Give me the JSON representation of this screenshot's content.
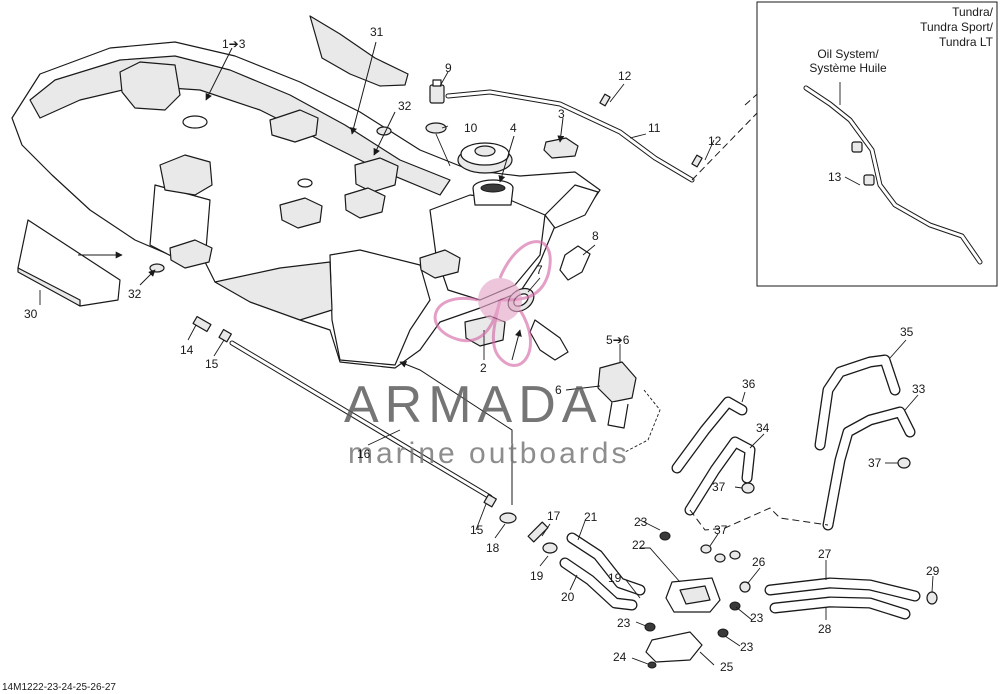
{
  "document_ref": "14M1222-23-24-25-26-27",
  "inset": {
    "model_title_lines": [
      "Tundra/",
      "Tundra Sport/",
      "Tundra LT"
    ],
    "oil_system_lines": [
      "Oil System/",
      "Système Huile"
    ]
  },
  "watermark": {
    "brand": "ARMADA",
    "tagline": "marine outboards"
  },
  "callouts": {
    "c1_3": "1➔3",
    "c2": "2",
    "c3": "3",
    "c4": "4",
    "c5_6": "5➔6",
    "c6": "6",
    "c7": "7",
    "c8": "8",
    "c9": "9",
    "c10": "10",
    "c11": "11",
    "c12a": "12",
    "c12b": "12",
    "c13": "13",
    "c14": "14",
    "c15a": "15",
    "c15b": "15",
    "c16": "16",
    "c17": "17",
    "c18": "18",
    "c19a": "19",
    "c19b": "19",
    "c20": "20",
    "c21": "21",
    "c22": "22",
    "c23a": "23",
    "c23b": "23",
    "c23c": "23",
    "c23d": "23",
    "c24": "24",
    "c25": "25",
    "c26": "26",
    "c27": "27",
    "c28": "28",
    "c29": "29",
    "c30": "30",
    "c31": "31",
    "c32a": "32",
    "c32b": "32",
    "c33": "33",
    "c34": "34",
    "c35": "35",
    "c36": "36",
    "c37a": "37",
    "c37b": "37",
    "c37c": "37"
  }
}
